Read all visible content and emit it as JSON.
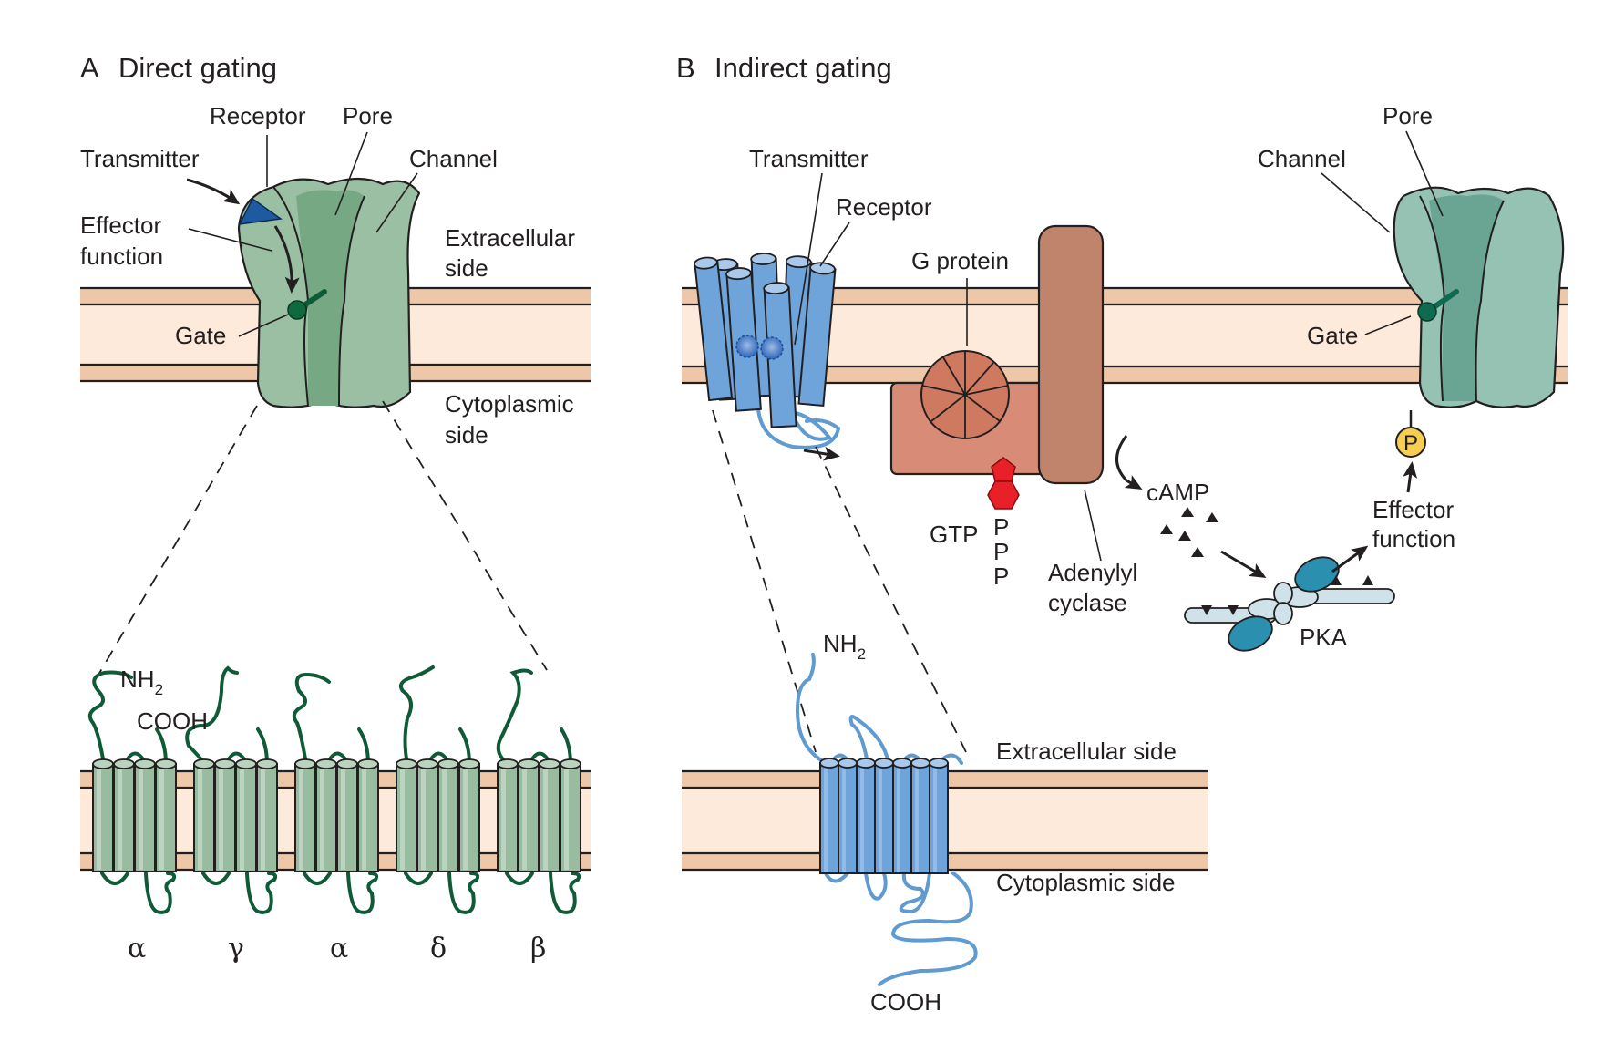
{
  "panel_a": {
    "title_letter": "A",
    "title": "Direct gating",
    "labels": {
      "receptor": "Receptor",
      "pore": "Pore",
      "transmitter": "Transmitter",
      "channel": "Channel",
      "effector_line1": "Effector",
      "effector_line2": "function",
      "extracellular_line1": "Extracellular",
      "extracellular_line2": "side",
      "gate": "Gate",
      "cytoplasmic_line1": "Cytoplasmic",
      "cytoplasmic_line2": "side",
      "nh2": "NH",
      "nh2_sub": "2",
      "cooh": "COOH"
    },
    "subunits": [
      "α",
      "γ",
      "α",
      "δ",
      "β"
    ]
  },
  "panel_b": {
    "title_letter": "B",
    "title": "Indirect gating",
    "labels": {
      "transmitter": "Transmitter",
      "receptor": "Receptor",
      "g_protein": "G protein",
      "pore": "Pore",
      "channel": "Channel",
      "gate": "Gate",
      "phosphate": "P",
      "camp": "cAMP",
      "gtp": "GTP",
      "ppp": [
        "P",
        "P",
        "P"
      ],
      "adenylyl_line1": "Adenylyl",
      "adenylyl_line2": "cyclase",
      "effector_line1": "Effector",
      "effector_line2": "function",
      "pka": "PKA",
      "nh2": "NH",
      "nh2_sub": "2",
      "cooh": "COOH",
      "extracellular": "Extracellular side",
      "cytoplasmic": "Cytoplasmic side"
    }
  },
  "colors": {
    "membrane_outer": "#edc7a8",
    "membrane_inner": "#fdeada",
    "ion_channel_green": "#9bbfa2",
    "receptor_blue": "#6fa4da",
    "g_protein": "#d88c78",
    "adenylyl_cyclase": "#c0846c",
    "gtp_red": "#e8202a",
    "pka_teal": "#2b8fb0",
    "phosphate_yellow": "#f6cf52",
    "transmitter_blue": "#1d5aa0"
  }
}
